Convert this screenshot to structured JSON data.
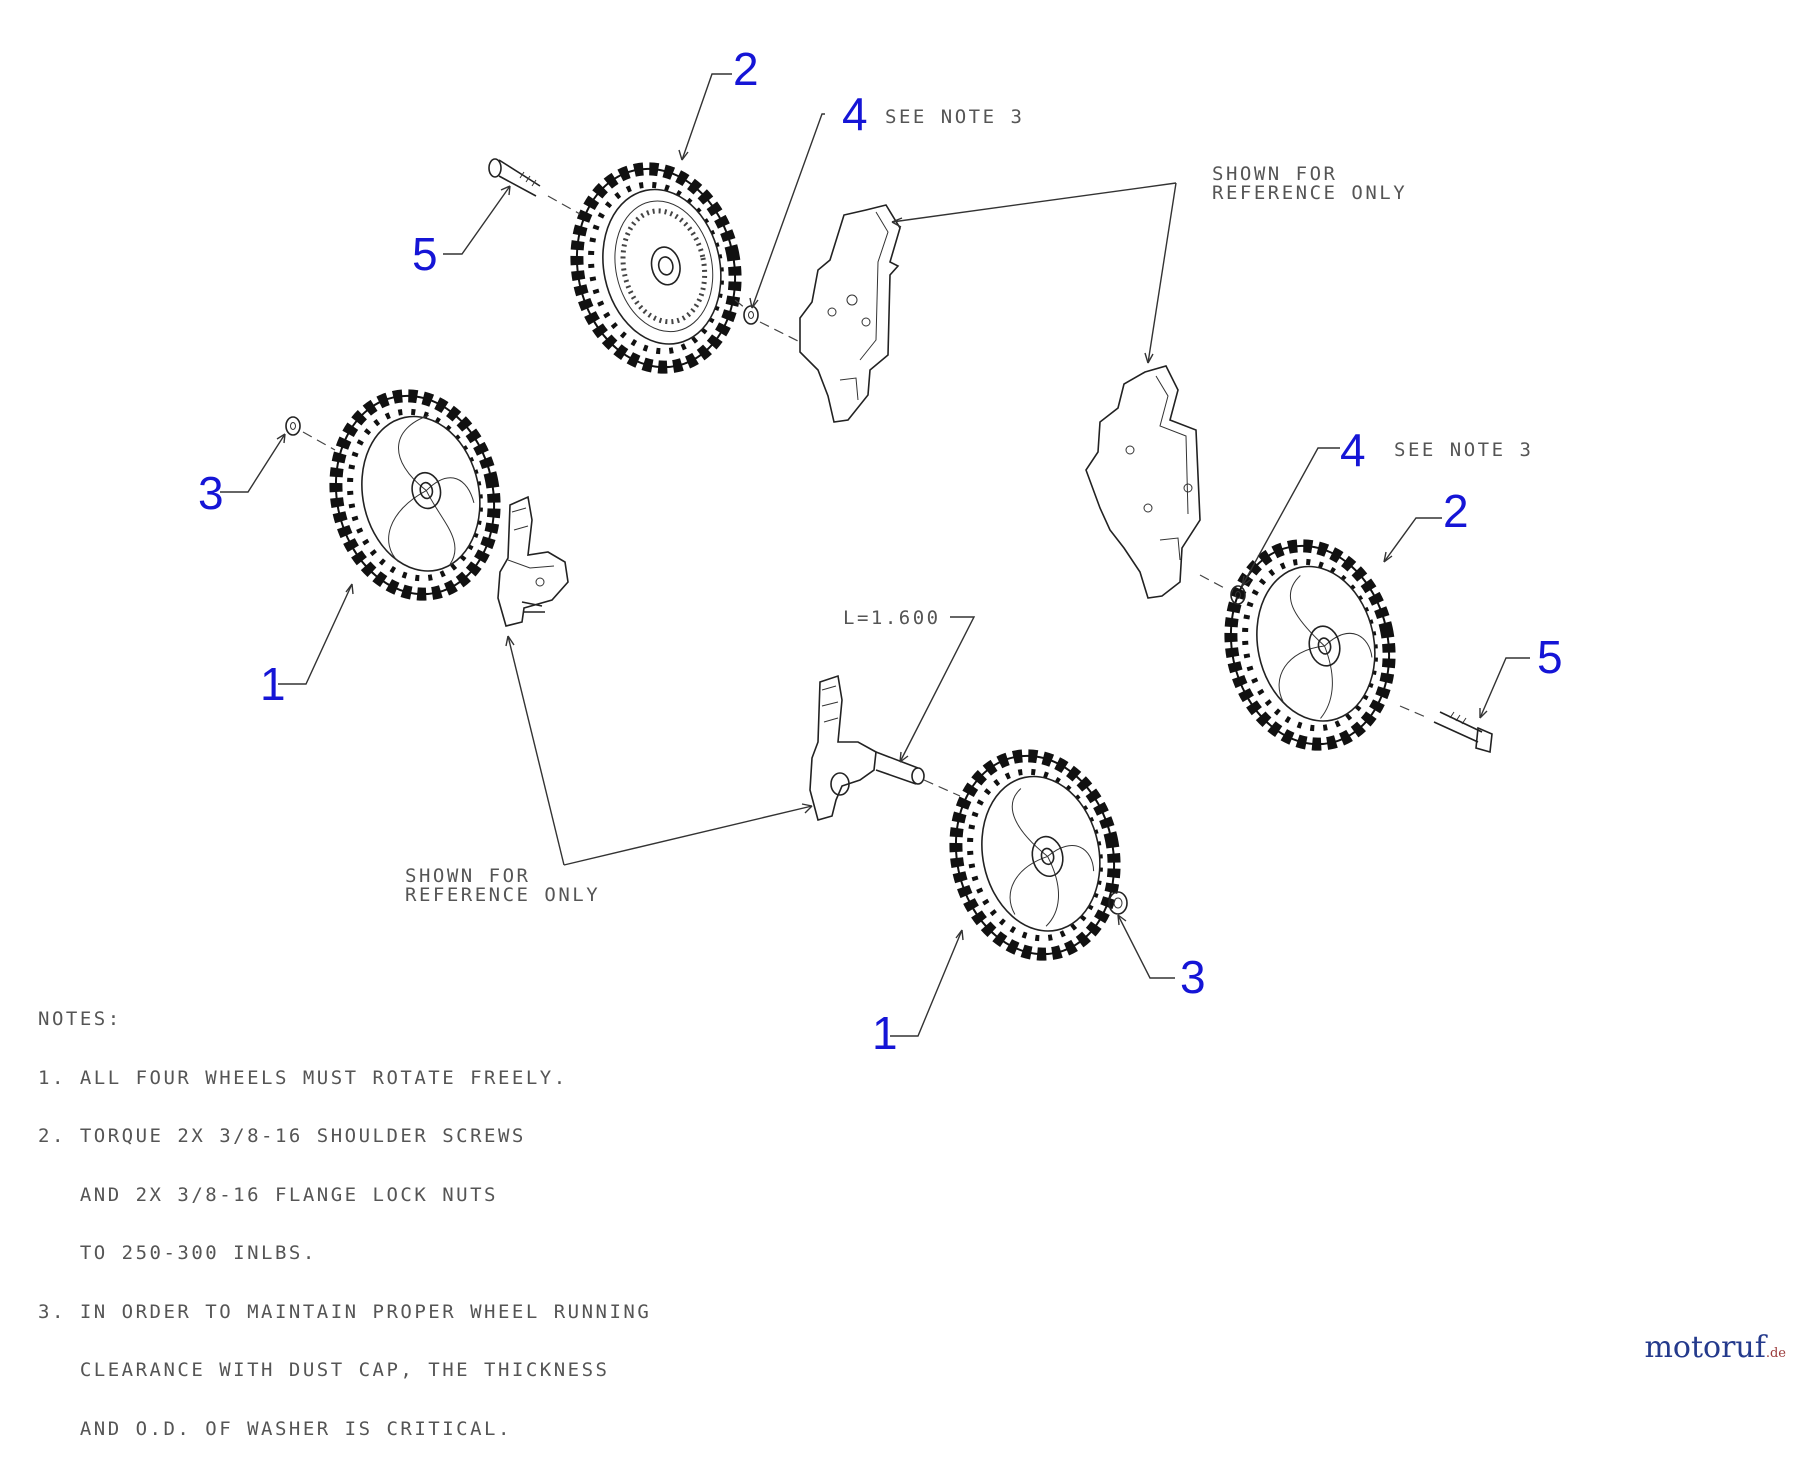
{
  "callouts": {
    "tl_wheel": "2",
    "tl_washer": "4",
    "tl_washer_note": "SEE NOTE 3",
    "tl_screw": "5",
    "ml_washer": "3",
    "ml_wheel": "1",
    "r_washer": "4",
    "r_washer_note": "SEE NOTE 3",
    "r_wheel": "2",
    "r_screw": "5",
    "bc_nut": "3",
    "bc_wheel": "1"
  },
  "reference_labels": {
    "top": [
      "SHOWN FOR",
      "REFERENCE ONLY"
    ],
    "bottom": [
      "SHOWN FOR",
      "REFERENCE ONLY"
    ]
  },
  "dimension": "L=1.600",
  "notes": {
    "title": "NOTES:",
    "lines": [
      "1. ALL FOUR WHEELS MUST ROTATE FREELY.",
      "2. TORQUE 2X 3/8-16 SHOULDER SCREWS",
      "   AND 2X 3/8-16 FLANGE LOCK NUTS",
      "   TO 250-300 INLBS.",
      "3. IN ORDER TO MAINTAIN PROPER WHEEL RUNNING",
      "   CLEARANCE WITH DUST CAP, THE THICKNESS",
      "   AND O.D. OF WASHER IS CRITICAL."
    ]
  },
  "brand": {
    "name": "motoruf",
    "suffix": ".de"
  },
  "colors": {
    "callout": "#1515d6",
    "line": "#222222",
    "note_text": "#555555",
    "brand": "#243a8c"
  }
}
